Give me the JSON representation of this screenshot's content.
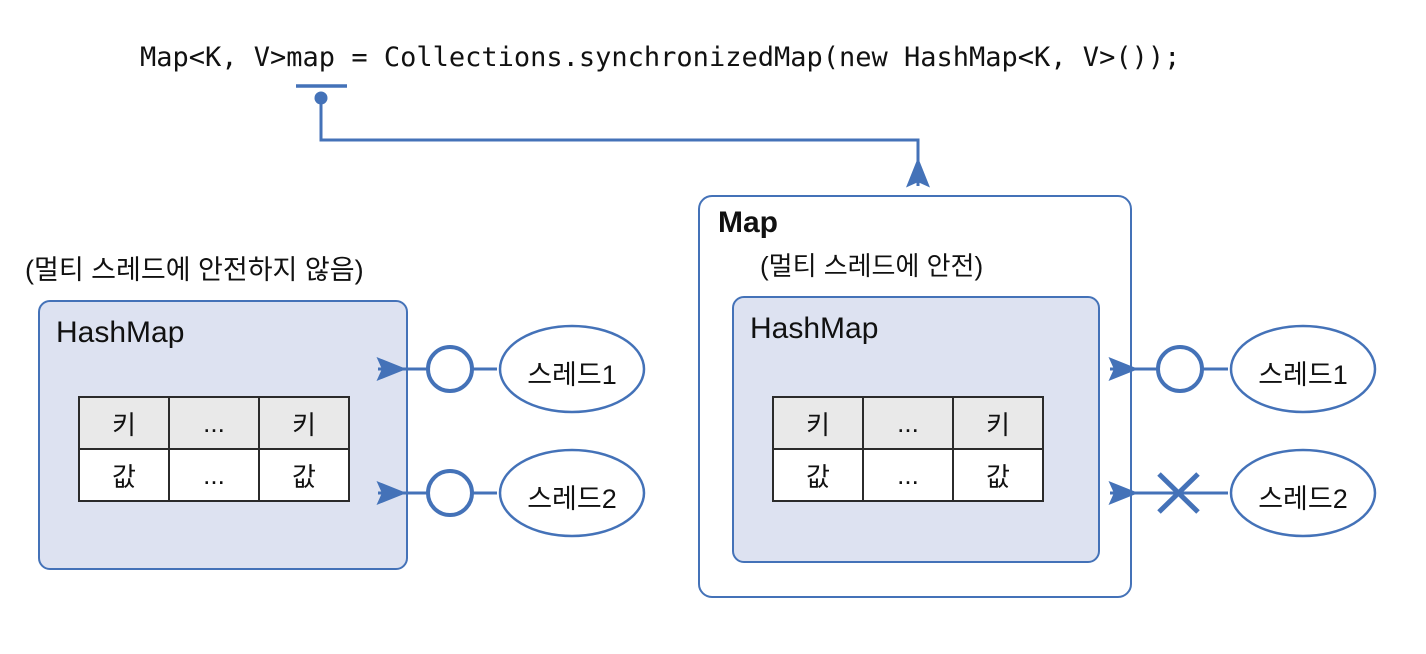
{
  "diagram": {
    "code_line": "Map<K, V>map = Collections.synchronizedMap(new HashMap<K, V>());",
    "code_underlined_token": "map",
    "colors": {
      "accent_blue": "#4472b8",
      "box_fill_lavender": "#dde2f1",
      "table_header_gray": "#e9e9e9",
      "table_cell_white": "#ffffff",
      "table_border_dark": "#2b2b2b",
      "text_black": "#111111",
      "page_background": "#ffffff"
    },
    "left_group": {
      "caption": "(멀티 스레드에 안전하지 않음)",
      "box_title": "HashMap",
      "table": {
        "key_row": [
          "키",
          "...",
          "키"
        ],
        "value_row": [
          "값",
          "...",
          "값"
        ]
      },
      "access": [
        {
          "thread_label": "스레드1",
          "marker": "circle-allowed-icon",
          "arrow": "arrow-left"
        },
        {
          "thread_label": "스레드2",
          "marker": "circle-allowed-icon",
          "arrow": "arrow-left"
        }
      ]
    },
    "right_group": {
      "outer_title": "Map",
      "caption": "(멀티 스레드에 안전)",
      "box_title": "HashMap",
      "table": {
        "key_row": [
          "키",
          "...",
          "키"
        ],
        "value_row": [
          "값",
          "...",
          "값"
        ]
      },
      "access": [
        {
          "thread_label": "스레드1",
          "marker": "circle-allowed-icon",
          "arrow": "arrow-left"
        },
        {
          "thread_label": "스레드2",
          "marker": "x-blocked-icon",
          "arrow": "arrow-left"
        }
      ]
    }
  }
}
